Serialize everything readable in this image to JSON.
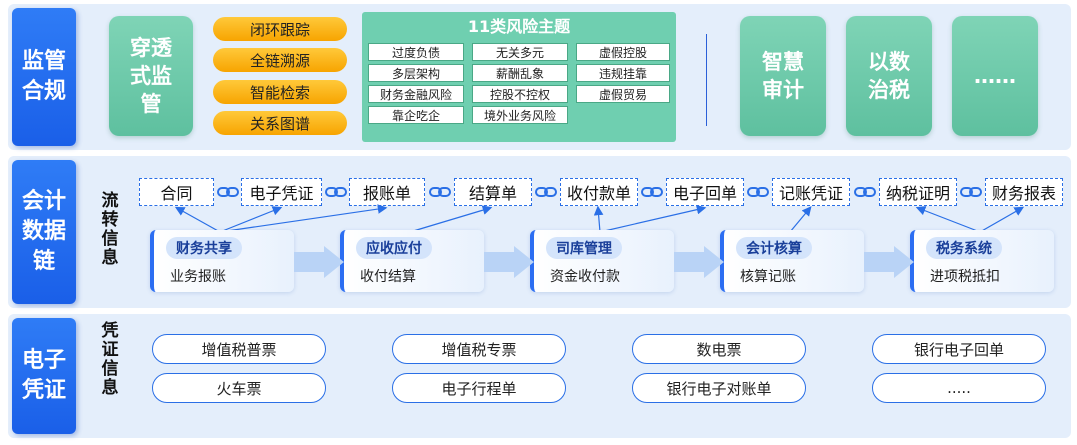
{
  "sections": {
    "compliance": {
      "label": "监管合规"
    },
    "accounting": {
      "label": "会计数据链"
    },
    "voucher": {
      "label": "电子凭证"
    }
  },
  "compliance": {
    "penetration": "穿透式监管",
    "methods": [
      "闭环跟踪",
      "全链溯源",
      "智能检索",
      "关系图谱"
    ],
    "risk_title": "11类风险主题",
    "risks": [
      [
        "过度负债",
        "无关多元",
        "虚假控股"
      ],
      [
        "多层架构",
        "薪酬乱象",
        "违规挂靠"
      ],
      [
        "财务金融风险",
        "控股不控权",
        "虚假贸易"
      ],
      [
        "靠企吃企",
        "境外业务风险"
      ]
    ],
    "apps": [
      "智慧审计",
      "以数治税",
      "……"
    ]
  },
  "accounting": {
    "flow_label": "流转信息",
    "documents": [
      "合同",
      "电子凭证",
      "报账单",
      "结算单",
      "收付款单",
      "电子回单",
      "记账凭证",
      "纳税证明",
      "财务报表"
    ],
    "processes": [
      {
        "tag": "财务共享",
        "sub": "业务报账"
      },
      {
        "tag": "应收应付",
        "sub": "收付结算"
      },
      {
        "tag": "司库管理",
        "sub": "资金收付款"
      },
      {
        "tag": "会计核算",
        "sub": "核算记账"
      },
      {
        "tag": "税务系统",
        "sub": "进项税抵扣"
      }
    ]
  },
  "voucher": {
    "info_label": "凭证信息",
    "items": [
      "增值税普票",
      "增值税专票",
      "数电票",
      "银行电子回单",
      "火车票",
      "电子行程单",
      "银行电子对账单",
      "....."
    ]
  },
  "colors": {
    "primary": "#2a6fe6",
    "green": "#6fcfb0",
    "yellow": "#f7a400",
    "band": "#e4eefb"
  }
}
